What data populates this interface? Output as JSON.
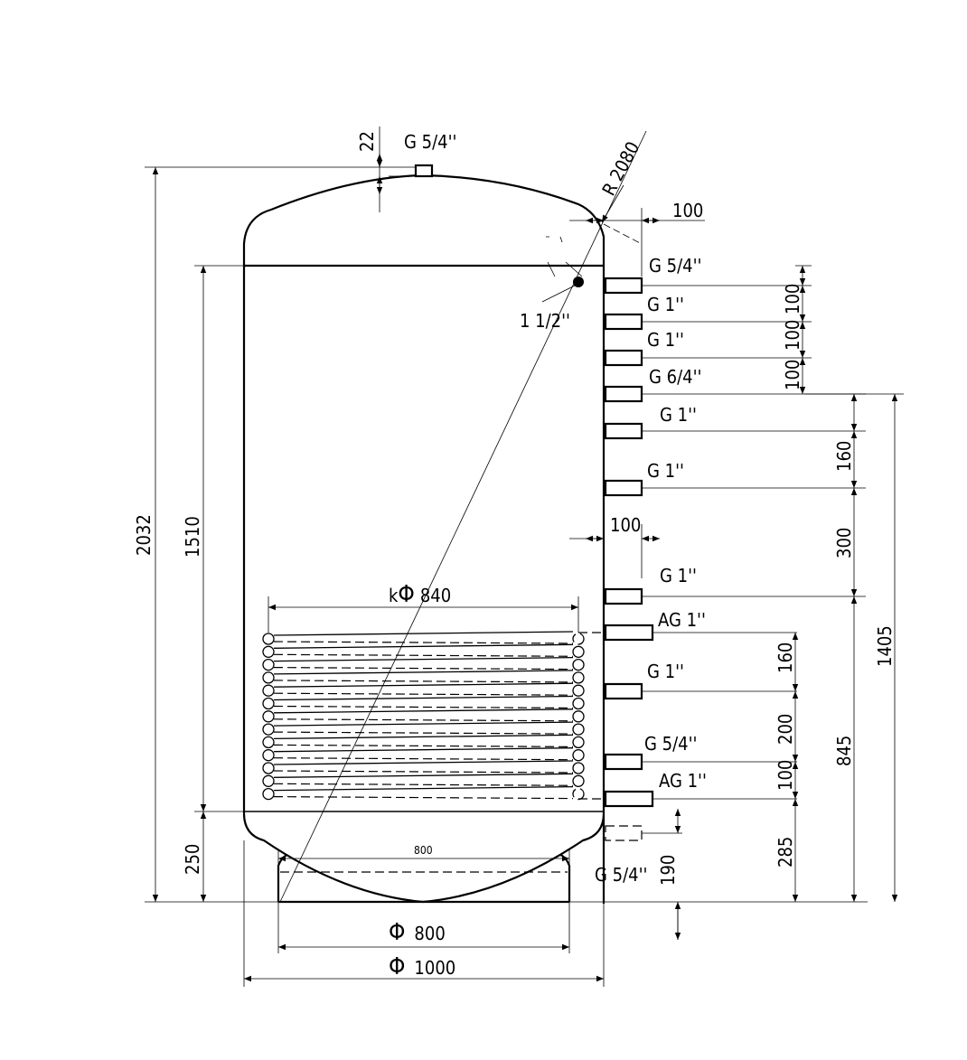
{
  "top": {
    "dim_22": "22",
    "top_conn": "G 5/4''",
    "radius": "R 2080",
    "dim_100_top": "100",
    "sensor": "1 1/2''"
  },
  "connections": [
    "G 5/4''",
    "G 1''",
    "G 1''",
    "G 6/4''",
    "G 1''",
    "G 1''",
    "G 1''",
    "AG 1''",
    "G 1''",
    "G 5/4''",
    "AG 1''",
    "G 5/4''"
  ],
  "dim_100_mid": "100",
  "coil": {
    "label_prefix": "k",
    "phi": "Φ",
    "diameter": "840"
  },
  "left_dims": {
    "total_height": "2032",
    "inner": "1510",
    "bottom": "250"
  },
  "right_dims_a": [
    "100",
    "100",
    "100"
  ],
  "right_dims_b": [
    "160",
    "300",
    "845"
  ],
  "right_dims_c": "1405",
  "right_dims_d": [
    "160",
    "200",
    "100",
    "285"
  ],
  "right_dims_e": "190",
  "bottom_dims": {
    "inner_base": "800",
    "phi": "Φ",
    "base": "800",
    "outer": "1000"
  }
}
